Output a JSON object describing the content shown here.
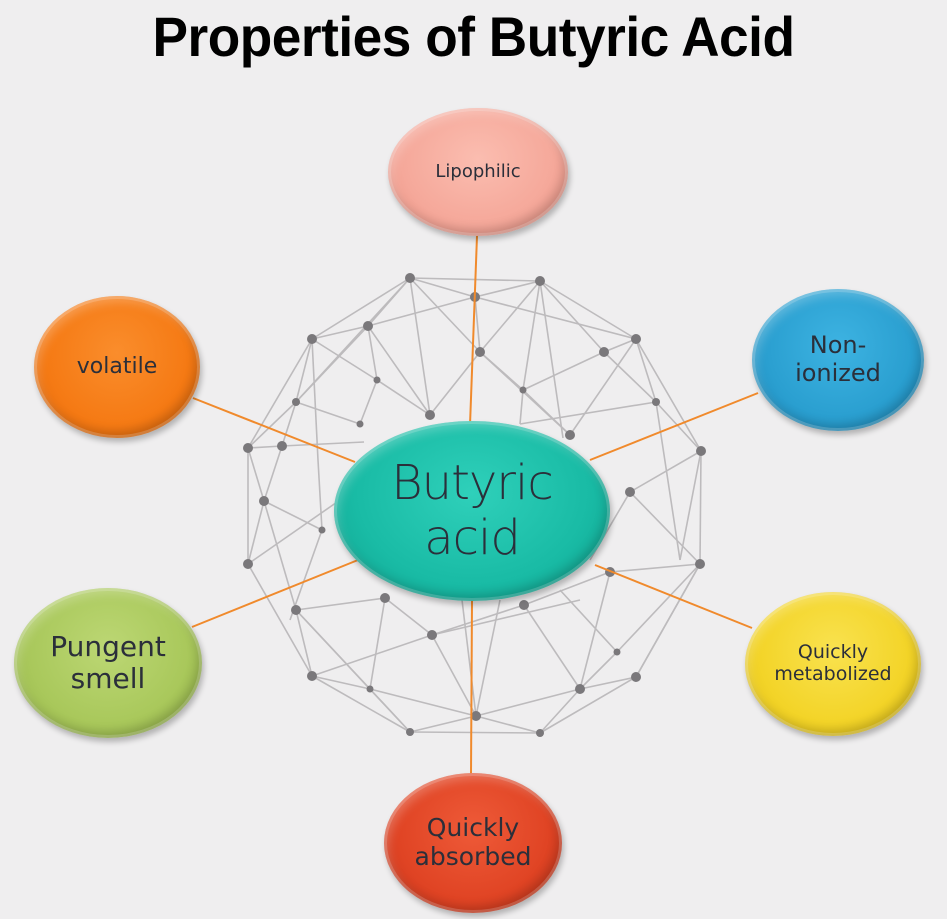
{
  "title": "Properties of Butyric Acid",
  "center": {
    "label_line1": "Butyric",
    "label_line2": "acid",
    "color": "#19bba5"
  },
  "properties": [
    {
      "id": "lipophilic",
      "line1": "Lipophilic",
      "line2": "",
      "color": "#f5a89a",
      "position": "top"
    },
    {
      "id": "non-ionized",
      "line1": "Non-",
      "line2": "ionized",
      "color": "#2a9fd0",
      "position": "upper-right"
    },
    {
      "id": "quickly-metabolized",
      "line1": "Quickly",
      "line2": "metabolized",
      "color": "#f3d428",
      "position": "lower-right"
    },
    {
      "id": "quickly-absorbed",
      "line1": "Quickly",
      "line2": "absorbed",
      "color": "#e04424",
      "position": "bottom"
    },
    {
      "id": "pungent-smell",
      "line1": "Pungent",
      "line2": "smell",
      "color": "#a9c85b",
      "position": "lower-left"
    },
    {
      "id": "volatile",
      "line1": "volatile",
      "line2": "",
      "color": "#f57a14",
      "position": "upper-left"
    }
  ],
  "colors": {
    "background": "#efeeef",
    "connector": "#f08a2c",
    "network_edge": "#bdbbbd",
    "network_node": "#7a787b"
  }
}
